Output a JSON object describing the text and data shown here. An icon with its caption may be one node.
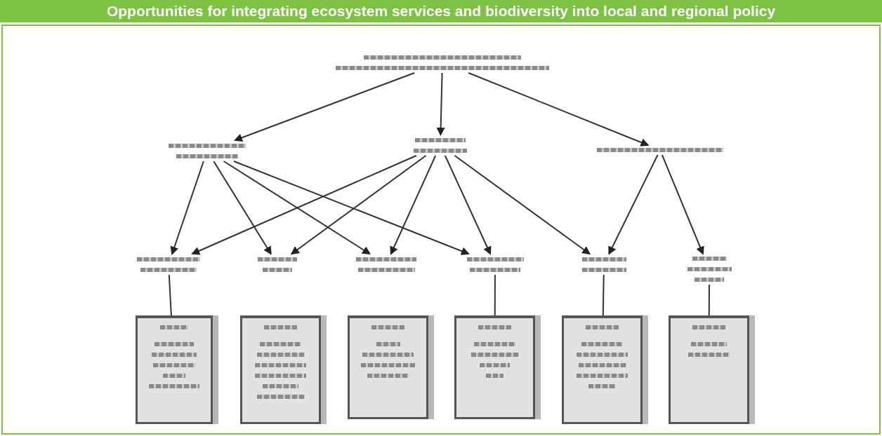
{
  "diagram": {
    "title": "Opportunities for integrating ecosystem services and biodiversity into local and regional policy",
    "nodes": [
      {
        "text": [],
        "shape": "picture"
      },
      {
        "text": [],
        "shape": "picture"
      },
      {
        "text": [],
        "shape": "picture"
      },
      {
        "text": [],
        "shape": "picture"
      },
      {
        "text": [],
        "shape": "picture"
      },
      {
        "text": [],
        "shape": "picture"
      },
      {
        "text": [],
        "shape": "picture"
      },
      {
        "text": [],
        "shape": "picture"
      },
      {
        "text": [],
        "shape": "picture"
      },
      {
        "text": [],
        "shape": "picture"
      },
      {
        "text": [],
        "shape": "box"
      },
      {
        "text": [],
        "shape": "box"
      },
      {
        "text": [],
        "shape": "box"
      },
      {
        "text": [],
        "shape": "box"
      },
      {
        "text": [],
        "shape": "box"
      },
      {
        "text": [],
        "shape": "box"
      }
    ],
    "edges": [
      {
        "from": 0,
        "to": 1,
        "arrow": "to"
      },
      {
        "from": 0,
        "to": 2,
        "arrow": "to"
      },
      {
        "from": 0,
        "to": 3,
        "arrow": "to"
      },
      {
        "from": 1,
        "to": 4,
        "arrow": "to"
      },
      {
        "from": 1,
        "to": 5,
        "arrow": "to"
      },
      {
        "from": 1,
        "to": 6,
        "arrow": "to"
      },
      {
        "from": 1,
        "to": 7,
        "arrow": "to"
      },
      {
        "from": 2,
        "to": 4,
        "arrow": "to"
      },
      {
        "from": 2,
        "to": 5,
        "arrow": "to"
      },
      {
        "from": 2,
        "to": 6,
        "arrow": "to"
      },
      {
        "from": 2,
        "to": 7,
        "arrow": "to"
      },
      {
        "from": 2,
        "to": 8,
        "arrow": "to"
      },
      {
        "from": 3,
        "to": 8,
        "arrow": "to"
      },
      {
        "from": 3,
        "to": 9,
        "arrow": "to"
      },
      {
        "from": 4,
        "to": 10,
        "arrow": "none"
      },
      {
        "from": 7,
        "to": 13,
        "arrow": "none"
      },
      {
        "from": 8,
        "to": 14,
        "arrow": "none"
      },
      {
        "from": 9,
        "to": 15,
        "arrow": "none"
      }
    ]
  }
}
